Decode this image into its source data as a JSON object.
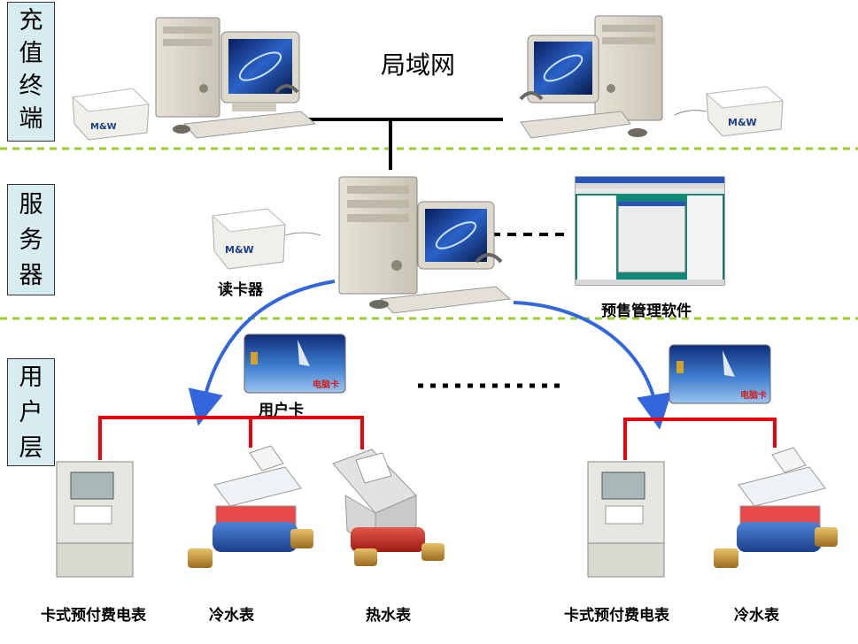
{
  "tiers": {
    "recharge": {
      "label": [
        "充",
        "值",
        "终",
        "端"
      ]
    },
    "server": {
      "label": [
        "服",
        "务",
        "器"
      ]
    },
    "user": {
      "label": [
        "用",
        "户",
        "层"
      ]
    }
  },
  "labels": {
    "lan": "局域网",
    "card_reader": "读卡器",
    "presale_software": "预售管理软件",
    "user_card": "用户卡",
    "meters": [
      "卡式预付费电表",
      "冷水表",
      "热水表",
      "卡式预付费电表",
      "冷水表"
    ]
  },
  "reader_brand": "M&W",
  "card_text": "电脑卡",
  "colors": {
    "tier_fill": "#d6ecf0",
    "divider": "#9acd32",
    "wire_red": "#e8000a",
    "arrow_blue": "#3366dd",
    "lan_line": "#000000"
  }
}
